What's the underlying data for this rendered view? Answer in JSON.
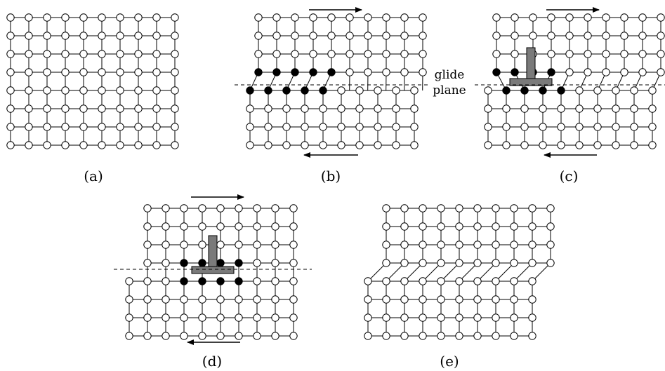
{
  "panels": [
    {
      "id": "a",
      "label": "(a)"
    },
    {
      "id": "b",
      "label": "(b)"
    },
    {
      "id": "c",
      "label": "(c)"
    },
    {
      "id": "d",
      "label": "(d)"
    },
    {
      "id": "e",
      "label": "(e)"
    }
  ],
  "glide_plane": {
    "line1": "glide",
    "line2": "plane"
  },
  "colors": {
    "open_atom": "#ffffff",
    "filled_atom": "#000000",
    "dislocation_symbol": "#7a7a7a",
    "line": "#000000"
  }
}
